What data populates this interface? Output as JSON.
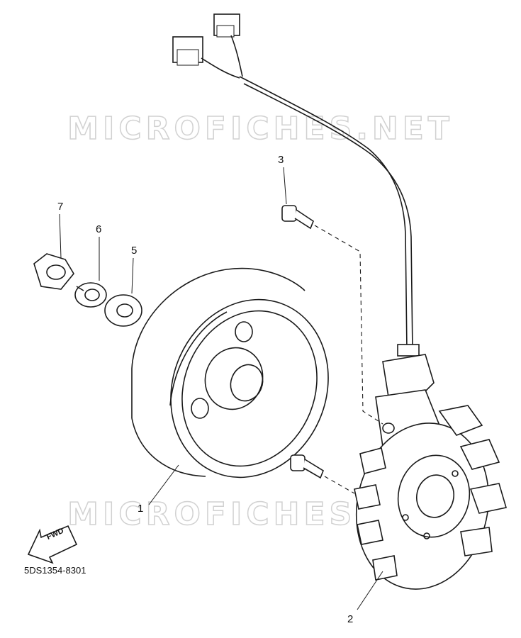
{
  "watermark": {
    "text": "MICROFICHES.NET"
  },
  "callouts": {
    "c1": "1",
    "c2": "2",
    "c3": "3",
    "c5": "5",
    "c6": "6",
    "c7": "7"
  },
  "direction_label": "FWD",
  "diagram_code": "5DS1354-8301"
}
